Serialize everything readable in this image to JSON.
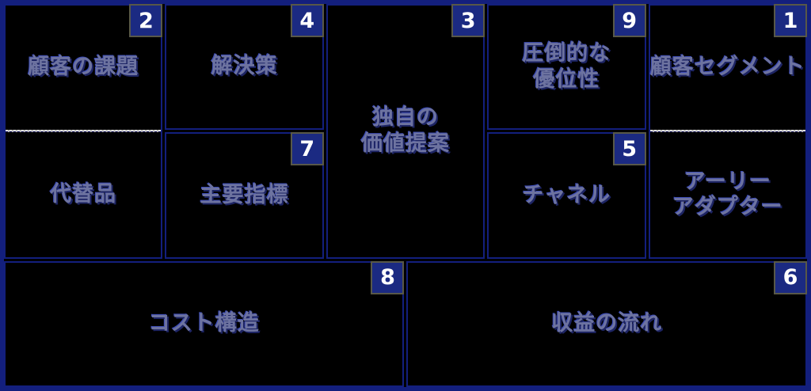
{
  "colors": {
    "canvas_bg": "#000000",
    "line": "#131f7d",
    "badge_bg": "#1b2a82",
    "badge_border": "#585848",
    "badge_text": "#ffffff",
    "label": "#6d73a0",
    "label_shadow": "#1d2464",
    "divider": "#b8b8b8"
  },
  "cells": {
    "problem": {
      "label": "顧客の課題",
      "number": "2"
    },
    "alternatives": {
      "label": "代替品"
    },
    "solution": {
      "label": "解決策",
      "number": "4"
    },
    "key_metrics": {
      "label": "主要指標",
      "number": "7"
    },
    "uvp": {
      "number": "3",
      "lines": [
        "独自の",
        "価値提案"
      ]
    },
    "advantage": {
      "number": "9",
      "lines": [
        "圧倒的な",
        "優位性"
      ]
    },
    "channels": {
      "label": "チャネル",
      "number": "5"
    },
    "segments": {
      "label": "顧客セグメント",
      "number": "1"
    },
    "early_adopters": {
      "lines": [
        "アーリー",
        "アダプター"
      ]
    },
    "cost_structure": {
      "label": "コスト構造",
      "number": "8"
    },
    "revenue_streams": {
      "label": "収益の流れ",
      "number": "6"
    }
  }
}
